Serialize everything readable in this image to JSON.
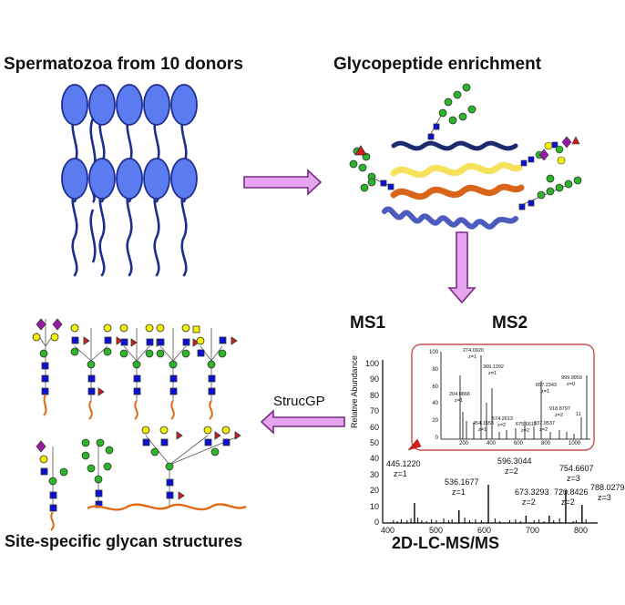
{
  "panel_titles": {
    "spermatozoa": "Spermatozoa from 10 donors",
    "enrichment": "Glycopeptide enrichment",
    "structures": "Site-specific glycan structures",
    "lcms": "2D-LC-MS/MS",
    "ms1": "MS1",
    "ms2": "MS2",
    "strucgp": "StrucGP"
  },
  "colors": {
    "sperm_head": "#5a7cf0",
    "arrow_fill": "#e6a3ee",
    "hexnac": "#0a10d6",
    "hexose_man": "#2db52a",
    "galactose": "#f4f000",
    "fucose": "#d41a1a",
    "sialic": "#9a1aa8",
    "peptide": "#e06a12",
    "inset_border": "#c0504d"
  },
  "ms1_spectrum": {
    "y_axis_label": "Relative Abundance",
    "y_ticks": [
      "0",
      "10",
      "20",
      "30",
      "40",
      "50",
      "60",
      "70",
      "80",
      "90",
      "100"
    ],
    "x_ticks": [
      "400",
      "500",
      "600",
      "700",
      "800"
    ],
    "peaks": [
      {
        "mz": "445.1220",
        "z": "z=1"
      },
      {
        "mz": "536.1677",
        "z": "z=1"
      },
      {
        "mz": "596.3044",
        "z": "z=2"
      },
      {
        "mz": "673.3293",
        "z": "z=2"
      },
      {
        "mz": "720.8426",
        "z": "z=2"
      },
      {
        "mz": "754.6607",
        "z": "z=3"
      },
      {
        "mz": "788.0279",
        "z": "z=3"
      }
    ]
  },
  "ms2_spectrum": {
    "y_ticks": [
      "100",
      "80",
      "60",
      "40",
      "20",
      "0"
    ],
    "x_ticks": [
      "200",
      "400",
      "600",
      "800",
      "1000"
    ],
    "peaks": [
      {
        "mz": "274.0920",
        "z": "z=1"
      },
      {
        "mz": "366.1392",
        "z": "z=1"
      },
      {
        "mz": "204.0866",
        "z": "z=1"
      },
      {
        "mz": "657.2343",
        "z": "z=1"
      },
      {
        "mz": "999.9959",
        "z": "z=0"
      },
      {
        "mz": "454.1553",
        "z": "z=1"
      },
      {
        "mz": "574.2613",
        "z": "z=2"
      },
      {
        "mz": "675.6611",
        "z": "z=2"
      },
      {
        "mz": "918.8797",
        "z": "z=2"
      },
      {
        "mz": "837.9537",
        "z": "z=2"
      },
      {
        "mz": "11",
        "z": ""
      }
    ]
  }
}
